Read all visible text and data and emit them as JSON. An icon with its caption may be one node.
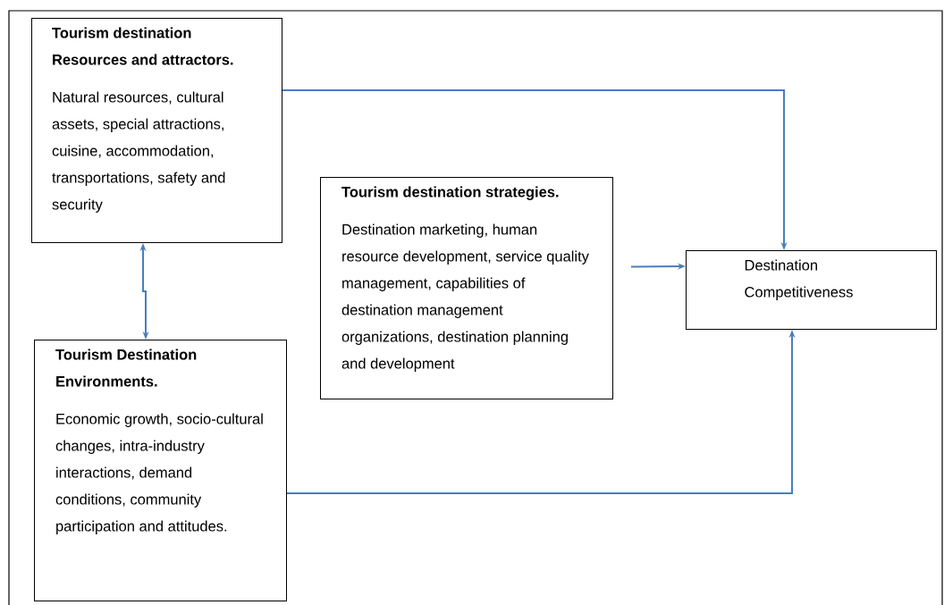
{
  "diagram": {
    "nodes": [
      {
        "text": [
          "Tourism destination Resources and attractors.",
          "Natural resources, cultural assets, special attractions, cuisine, accommodation, transportations, safety and security"
        ]
      },
      {
        "text": [
          "Tourism Destination Environments.",
          "Economic growth, socio-cultural changes, intra-industry interactions, demand conditions, community participation and attitudes."
        ]
      },
      {
        "text": [
          "Tourism destination strategies.",
          "Destination marketing, human resource development, service quality management, capabilities of destination management organizations, destination planning and development"
        ]
      },
      {
        "text": [
          "Destination Competitiveness"
        ]
      }
    ],
    "edges": [
      {
        "from": 0,
        "to": 3,
        "arrow": "to"
      },
      {
        "from": 0,
        "to": 1,
        "arrow": "both"
      },
      {
        "from": 2,
        "to": 3,
        "arrow": "to"
      },
      {
        "from": 1,
        "to": 3,
        "arrow": "to"
      }
    ]
  }
}
